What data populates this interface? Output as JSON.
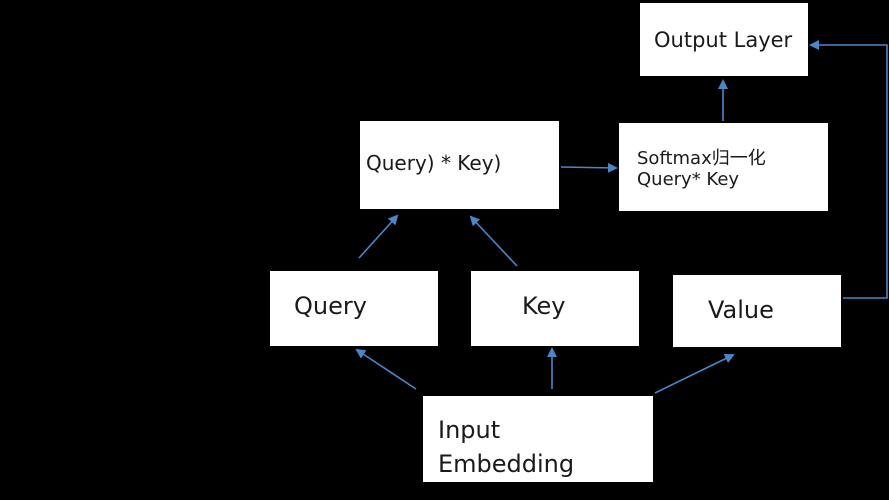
{
  "diagram": {
    "nodes": {
      "output_layer": {
        "label": "Output Layer"
      },
      "query_times_key": {
        "label": "Query) * Key)"
      },
      "softmax": {
        "line1": "Softmax归一化",
        "line2": "Query* Key"
      },
      "query": {
        "label": "Query"
      },
      "key": {
        "label": "Key"
      },
      "value": {
        "label": "Value"
      },
      "input_embedding": {
        "line1": "Input",
        "line2": "Embedding"
      }
    },
    "edges": [
      {
        "from": "input_embedding",
        "to": "query"
      },
      {
        "from": "input_embedding",
        "to": "key"
      },
      {
        "from": "input_embedding",
        "to": "value"
      },
      {
        "from": "query",
        "to": "query_times_key"
      },
      {
        "from": "key",
        "to": "query_times_key"
      },
      {
        "from": "query_times_key",
        "to": "softmax"
      },
      {
        "from": "softmax",
        "to": "output_layer"
      },
      {
        "from": "value",
        "to": "output_layer"
      }
    ],
    "colors": {
      "background": "#000000",
      "box_fill": "#ffffff",
      "text": "#1a1a1a",
      "arrow": "#4a86c8"
    }
  }
}
